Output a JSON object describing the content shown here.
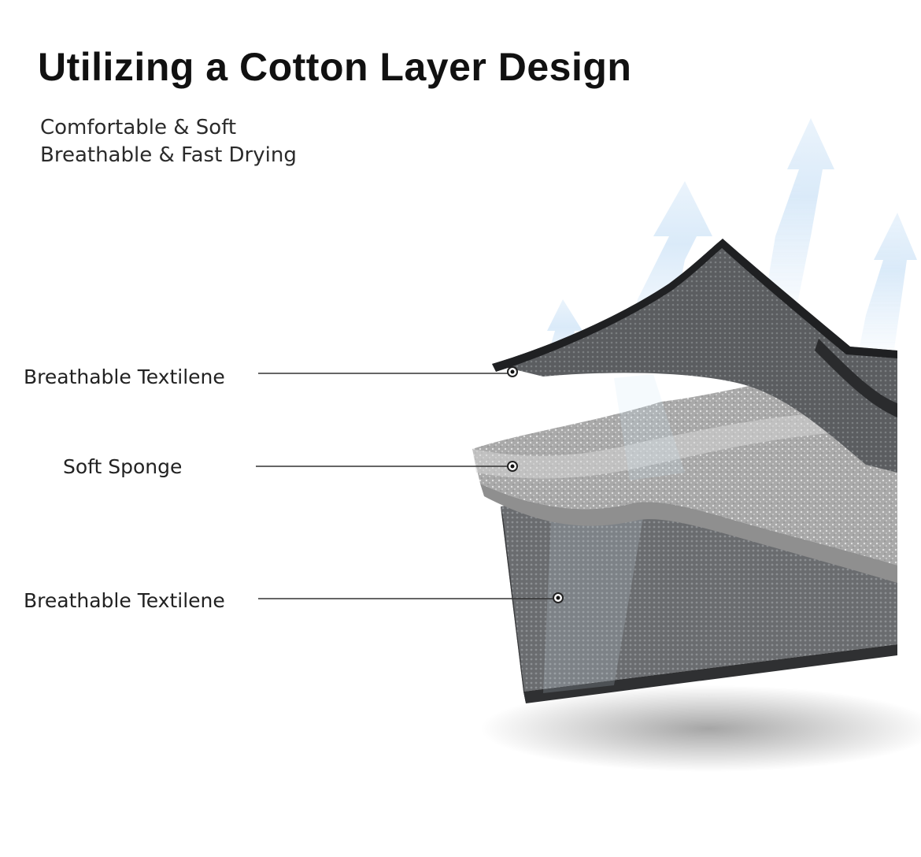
{
  "header": {
    "title": "Utilizing a Cotton Layer Design",
    "features": [
      "Comfortable & Soft",
      "Breathable & Fast Drying"
    ]
  },
  "layers": [
    {
      "label": "Breathable Textilene"
    },
    {
      "label": "Soft Sponge"
    },
    {
      "label": "Breathable Textilene"
    }
  ],
  "colors": {
    "text": "#111111",
    "textile": "#5f6163",
    "sponge": "#b9b9b9",
    "airflow": "#cfe4f7"
  }
}
